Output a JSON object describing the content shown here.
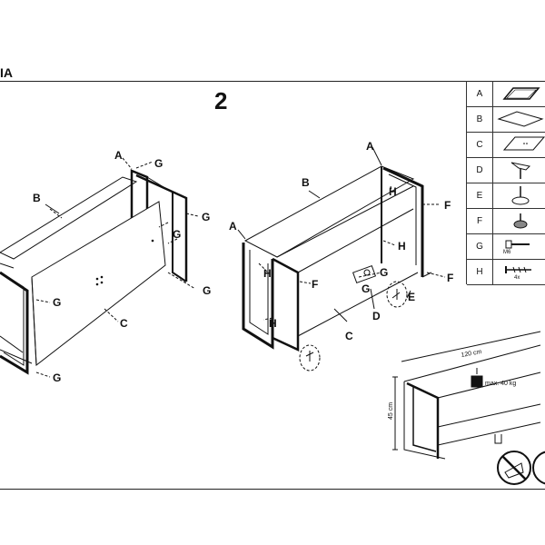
{
  "document": {
    "title_fragment": "IA",
    "step_number": "2"
  },
  "callouts": {
    "left": [
      "A",
      "B",
      "C",
      "G",
      "G",
      "G",
      "G",
      "G",
      "G"
    ],
    "right": [
      "A",
      "A",
      "B",
      "C",
      "D",
      "E",
      "F",
      "F",
      "F",
      "G",
      "G",
      "H",
      "H",
      "H",
      "H"
    ]
  },
  "labels": {
    "A": "A",
    "B": "B",
    "C": "C",
    "D": "D",
    "E": "E",
    "F": "F",
    "G": "G",
    "H": "H"
  },
  "parts_table": [
    {
      "letter": "A",
      "icon": "top-panel-icon",
      "note": ""
    },
    {
      "letter": "B",
      "icon": "shelf-panel-icon",
      "note": ""
    },
    {
      "letter": "C",
      "icon": "back-panel-icon",
      "note": ""
    },
    {
      "letter": "D",
      "icon": "leg-connector-icon",
      "note": ""
    },
    {
      "letter": "E",
      "icon": "adjustable-foot-icon",
      "note": ""
    },
    {
      "letter": "F",
      "icon": "glide-foot-icon",
      "note": ""
    },
    {
      "letter": "G",
      "icon": "bolt-icon",
      "note": "M6"
    },
    {
      "letter": "H",
      "icon": "screw-icon",
      "note": "4x"
    }
  ],
  "dimensions": {
    "width": "120 cm",
    "height": "45 cm",
    "max_load": "max. 40 kg"
  },
  "warning_icons": [
    "no-climbing-icon",
    "safety-icon"
  ]
}
